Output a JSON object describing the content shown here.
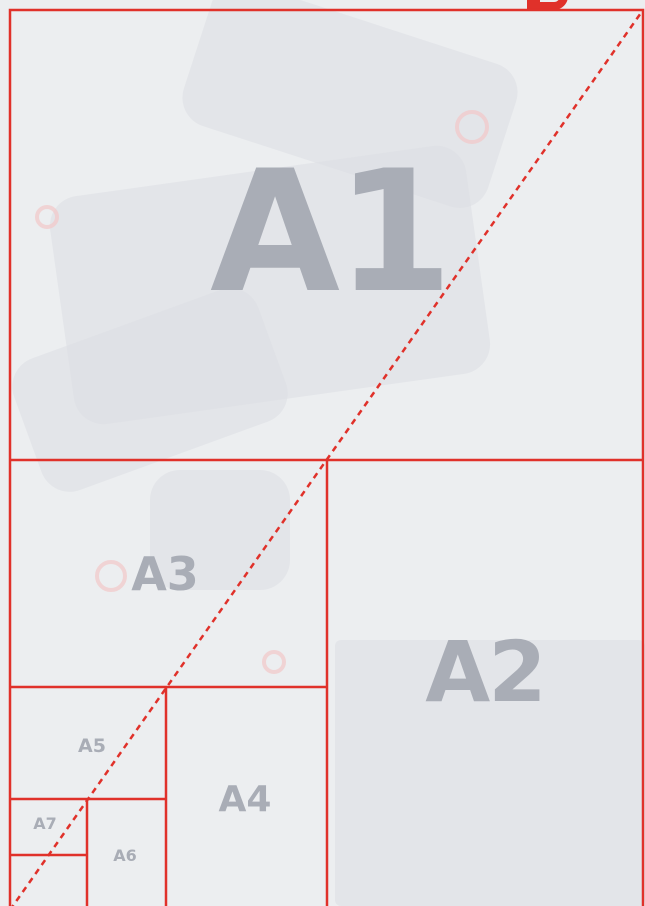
{
  "diagram": {
    "accent_color": "#e0312a",
    "label_color": "#a9adb6",
    "sheets": [
      {
        "name": "A1",
        "label": "A1"
      },
      {
        "name": "A2",
        "label": "A2"
      },
      {
        "name": "A3",
        "label": "A3"
      },
      {
        "name": "A4",
        "label": "A4"
      },
      {
        "name": "A5",
        "label": "A5"
      },
      {
        "name": "A6",
        "label": "A6"
      },
      {
        "name": "A7",
        "label": "A7"
      }
    ]
  }
}
